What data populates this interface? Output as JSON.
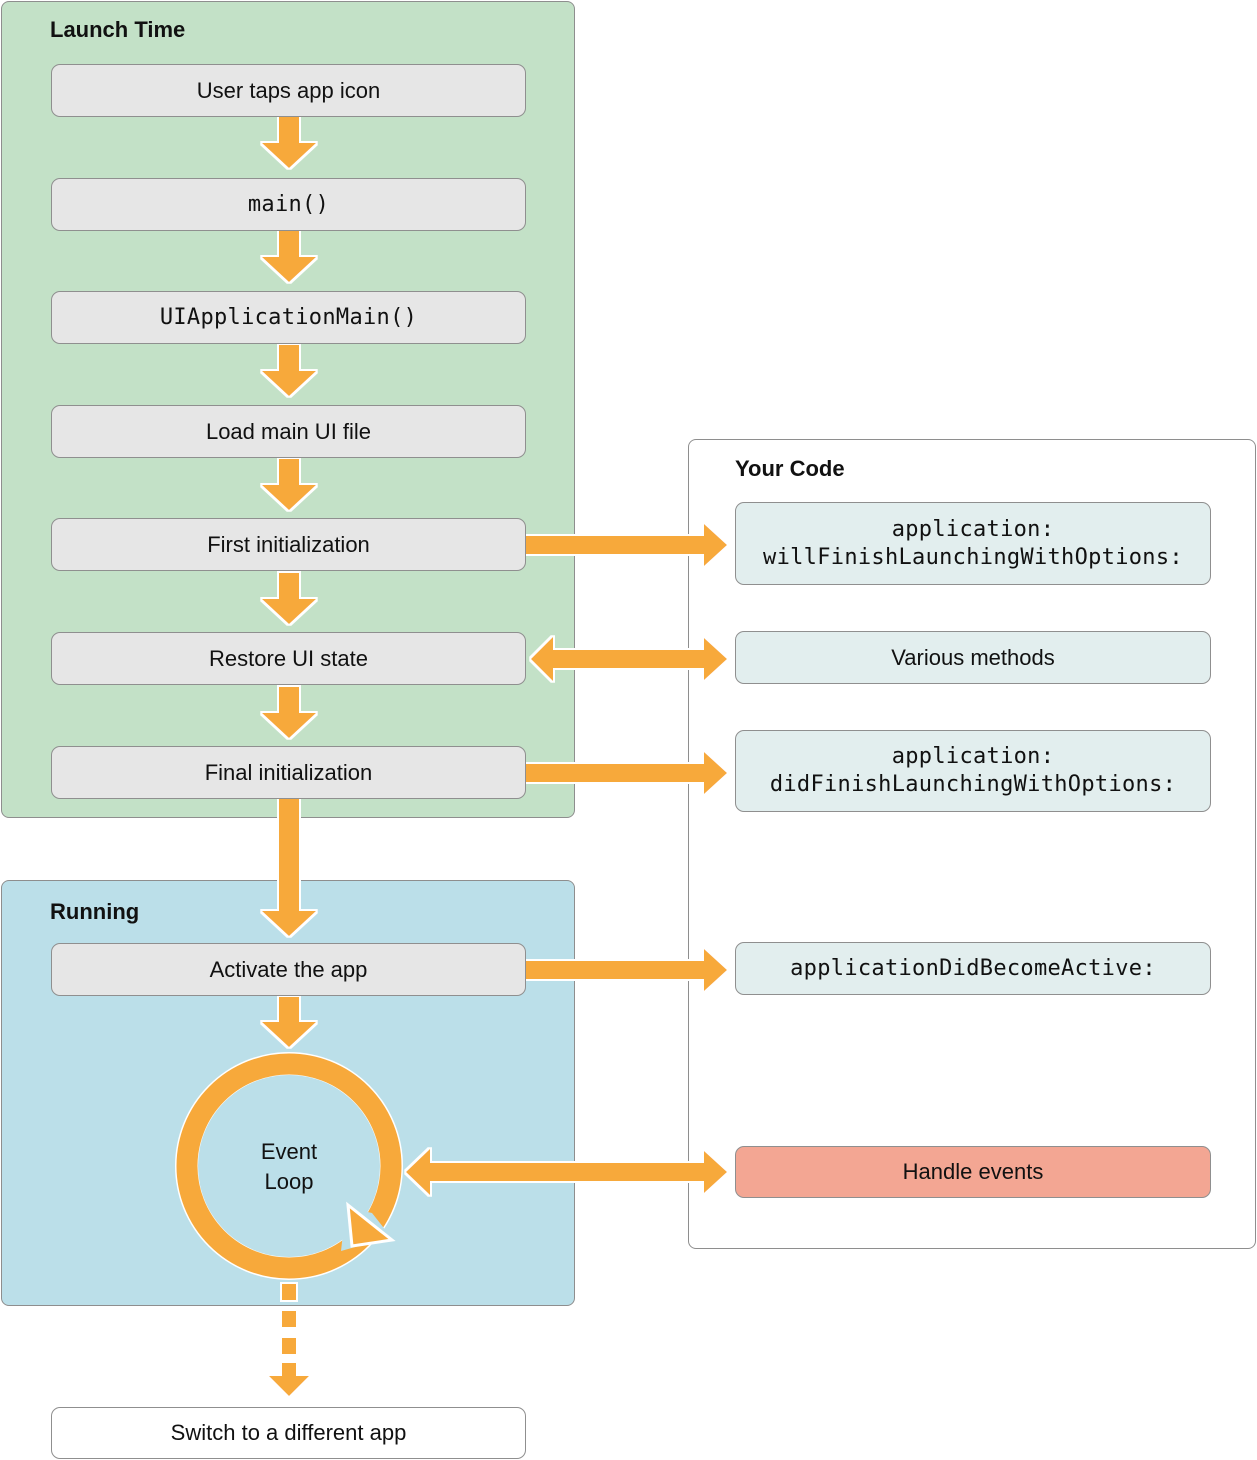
{
  "launch_panel": {
    "title": "Launch Time"
  },
  "launch_steps": [
    {
      "label": "User taps app icon",
      "mono": false
    },
    {
      "label": "main()",
      "mono": true
    },
    {
      "label": "UIApplicationMain()",
      "mono": true
    },
    {
      "label": "Load main UI file",
      "mono": false
    },
    {
      "label": "First initialization",
      "mono": false
    },
    {
      "label": "Restore UI state",
      "mono": false
    },
    {
      "label": "Final initialization",
      "mono": false
    }
  ],
  "running_panel": {
    "title": "Running"
  },
  "running_step": {
    "label": "Activate the app"
  },
  "event_loop": {
    "line1": "Event",
    "line2": "Loop"
  },
  "exit_step": {
    "label": "Switch to a different app"
  },
  "code_panel": {
    "title": "Your Code"
  },
  "code_items": {
    "will_finish_line1": "application:",
    "will_finish_line2": "willFinishLaunchingWithOptions:",
    "various": "Various methods",
    "did_finish_line1": "application:",
    "did_finish_line2": "didFinishLaunchingWithOptions:",
    "did_become_active": "applicationDidBecomeActive:",
    "handle_events": "Handle events"
  },
  "colors": {
    "launch_bg": "#c3e1c7",
    "running_bg": "#bbdfe9",
    "arrow": "#f7a93b",
    "box_gray": "#e6e6e6",
    "box_code": "#e2eeee",
    "box_red": "#f3a693"
  }
}
